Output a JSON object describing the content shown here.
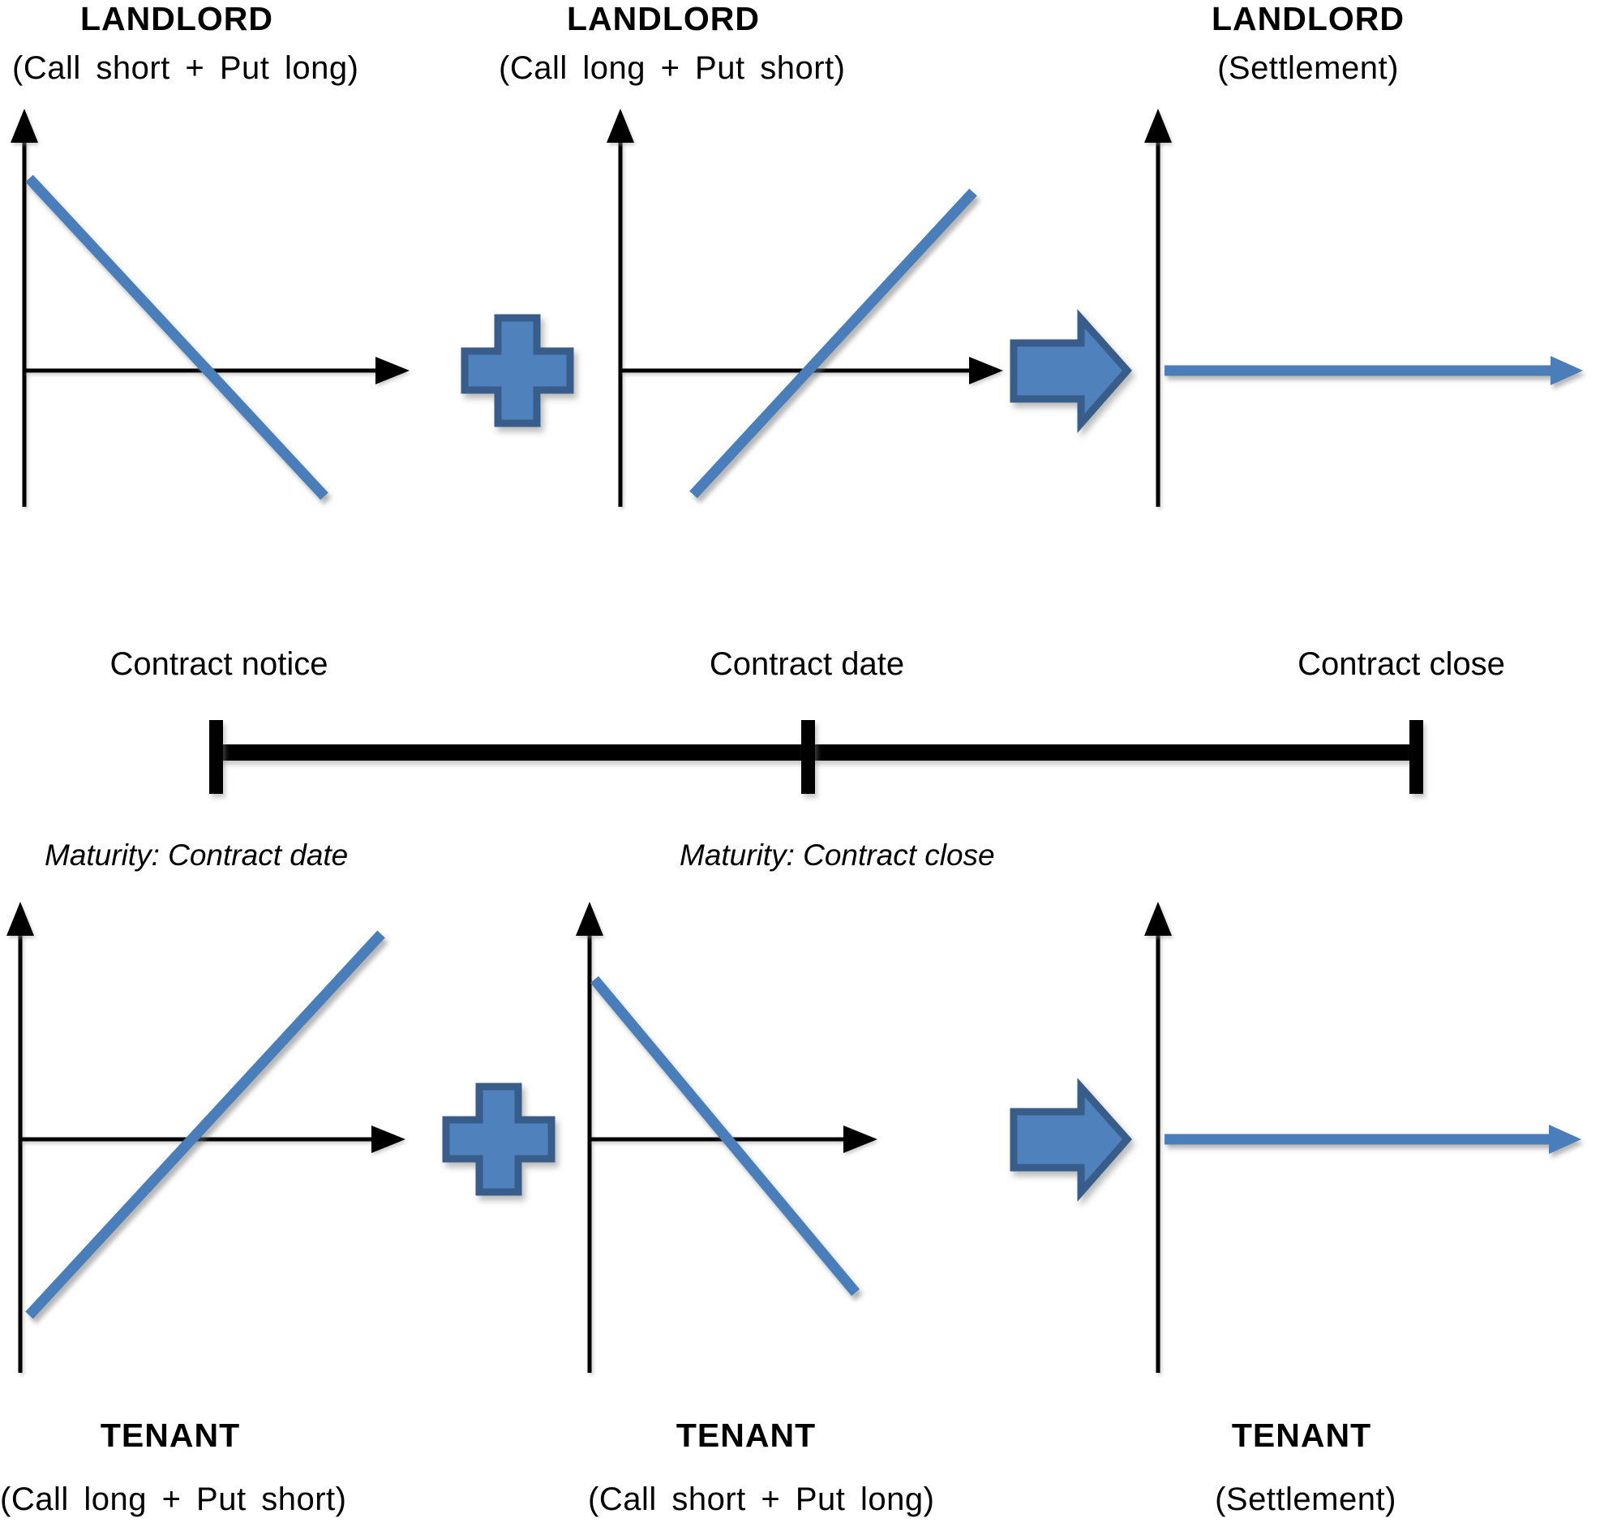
{
  "colors": {
    "shape_fill": "#4f81bd",
    "shape_border": "#385d8a",
    "payoff_line": "#4a7ebb",
    "axis": "#000000",
    "text": "#000000",
    "background": "#ffffff"
  },
  "icons": {
    "combine_operator": "plus-icon",
    "result_operator": "right-arrow-icon"
  },
  "top_row": {
    "left": {
      "title": "LANDLORD",
      "subtitle": "(Call short + Put long)",
      "payoff": "down"
    },
    "middle": {
      "title": "LANDLORD",
      "subtitle": "(Call long + Put short)",
      "payoff": "up"
    },
    "right": {
      "title": "LANDLORD",
      "subtitle": "(Settlement)",
      "payoff": "flat"
    }
  },
  "bottom_row": {
    "left": {
      "title": "TENANT",
      "subtitle": "(Call long + Put short)",
      "payoff": "up"
    },
    "middle": {
      "title": "TENANT",
      "subtitle": "(Call short + Put long)",
      "payoff": "down"
    },
    "right": {
      "title": "TENANT",
      "subtitle": "(Settlement)",
      "payoff": "flat"
    }
  },
  "timeline": {
    "labels_above": [
      "Contract notice",
      "Contract date",
      "Contract close"
    ],
    "labels_below": [
      "Maturity: Contract date",
      "Maturity: Contract close"
    ]
  }
}
